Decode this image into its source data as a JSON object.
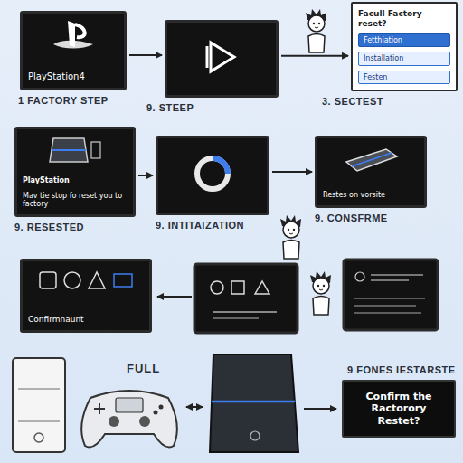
{
  "diagram": {
    "nodes": [
      {
        "text": [
          "PlayStation4",
          "1 FACTORY STEP"
        ]
      },
      {
        "text": [
          "9. STEEP"
        ]
      },
      {
        "text": [
          "Facull Factory reset?",
          "3. SECTEST"
        ]
      },
      {
        "text": [
          "Fetthiation"
        ],
        "in": 2
      },
      {
        "text": [
          "Installation"
        ],
        "in": 2
      },
      {
        "text": [
          "Festen"
        ],
        "in": 2
      },
      {
        "text": [
          "PlayStation",
          "Mav tie stop fo reset you to factory",
          "9. RESESTED"
        ]
      },
      {
        "text": [
          "9. INTITAIZATION"
        ]
      },
      {
        "text": [
          "Restes on vorsite",
          "9. CONSFRME"
        ]
      },
      {
        "text": [
          "Confirmnaunt"
        ]
      },
      {
        "text": [
          "Confirm the Ractorory Restet?",
          "9 FONES IESTARSTE"
        ]
      }
    ],
    "edges": [
      {
        "from": 0,
        "to": 1,
        "arrow": "to"
      },
      {
        "from": 1,
        "to": 2,
        "arrow": "to"
      },
      {
        "from": 6,
        "to": 7,
        "arrow": "to"
      },
      {
        "from": 7,
        "to": 8,
        "arrow": "to"
      }
    ],
    "labels": [
      "FULL"
    ]
  }
}
